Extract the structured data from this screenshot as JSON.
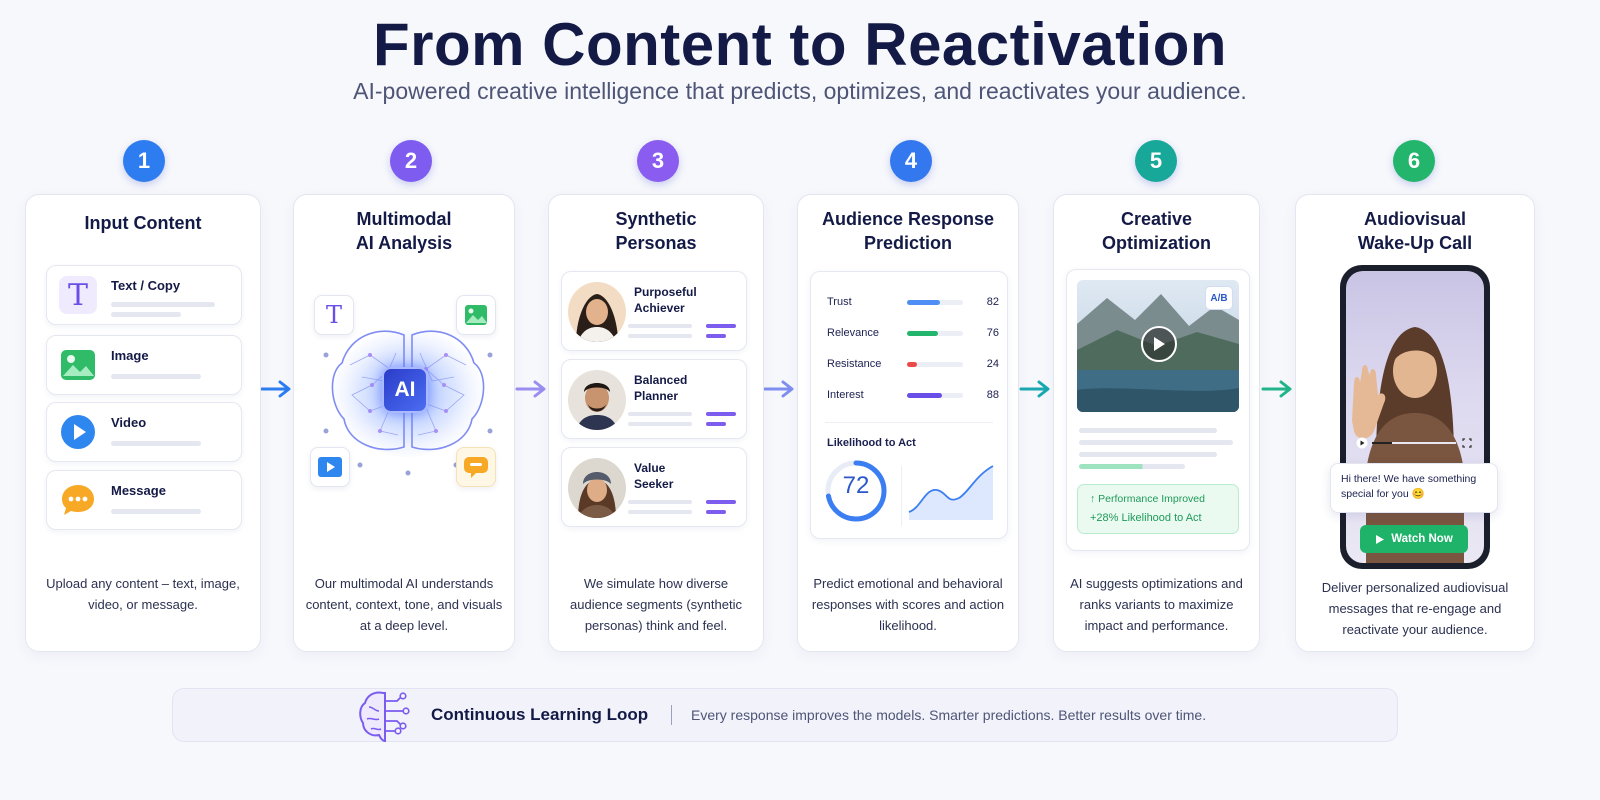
{
  "header": {
    "title": "From Content to Reactivation",
    "subtitle": "AI-powered creative intelligence that predicts, optimizes, and reactivates your audience."
  },
  "colors": {
    "step1": "#2d7df1",
    "step2": "#7e5cf0",
    "step3": "#8a5cf0",
    "step4": "#3478f0",
    "step5": "#17a89a",
    "step6": "#22b56b",
    "title": "#141a46"
  },
  "steps": [
    {
      "number": "1",
      "title": "Input Content",
      "description": "Upload any content – text, image, video, or message.",
      "inputs": [
        {
          "label": "Text / Copy",
          "icon": "text-icon"
        },
        {
          "label": "Image",
          "icon": "image-icon"
        },
        {
          "label": "Video",
          "icon": "video-icon"
        },
        {
          "label": "Message",
          "icon": "message-icon"
        }
      ]
    },
    {
      "number": "2",
      "title_line1": "Multimodal",
      "title_line2": "AI Analysis",
      "description": "Our multimodal AI understands content, context, tone, and visuals at a deep level.",
      "ai_label": "AI"
    },
    {
      "number": "3",
      "title_line1": "Synthetic",
      "title_line2": "Personas",
      "description": "We simulate how diverse audience segments (synthetic personas) think and feel.",
      "personas": [
        {
          "line1": "Purposeful",
          "line2": "Achiever"
        },
        {
          "line1": "Balanced",
          "line2": "Planner"
        },
        {
          "line1": "Value",
          "line2": "Seeker"
        }
      ]
    },
    {
      "number": "4",
      "title_line1": "Audience Response",
      "title_line2": "Prediction",
      "description": "Predict emotional and behavioral responses with scores and action likelihood.",
      "metrics": [
        {
          "label": "Trust",
          "value": "82",
          "score": 0.82,
          "color": "#4f8ef5"
        },
        {
          "label": "Relevance",
          "value": "76",
          "score": 0.76,
          "color": "#22b56b"
        },
        {
          "label": "Resistance",
          "value": "24",
          "score": 0.24,
          "color": "#ec4a4a"
        },
        {
          "label": "Interest",
          "value": "88",
          "score": 0.88,
          "color": "#6a4ee8"
        }
      ],
      "likelihood_label": "Likelihood to Act",
      "likelihood_value": "72",
      "likelihood_score": 0.72
    },
    {
      "number": "5",
      "title_line1": "Creative",
      "title_line2": "Optimization",
      "description": "AI suggests optimizations and ranks variants to maximize impact and performance.",
      "ab_label": "A/B",
      "improved_label": "Performance Improved",
      "improved_value": "+28% Likelihood to Act"
    },
    {
      "number": "6",
      "title_line1": "Audiovisual",
      "title_line2": "Wake-Up Call",
      "description": "Deliver personalized audiovisual messages that re-engage and reactivate your audience.",
      "message": "Hi there! We have something special for you 😊",
      "button": "Watch Now"
    }
  ],
  "footer": {
    "title": "Continuous Learning Loop",
    "text": "Every response improves the models. Smarter predictions. Better results over time."
  }
}
